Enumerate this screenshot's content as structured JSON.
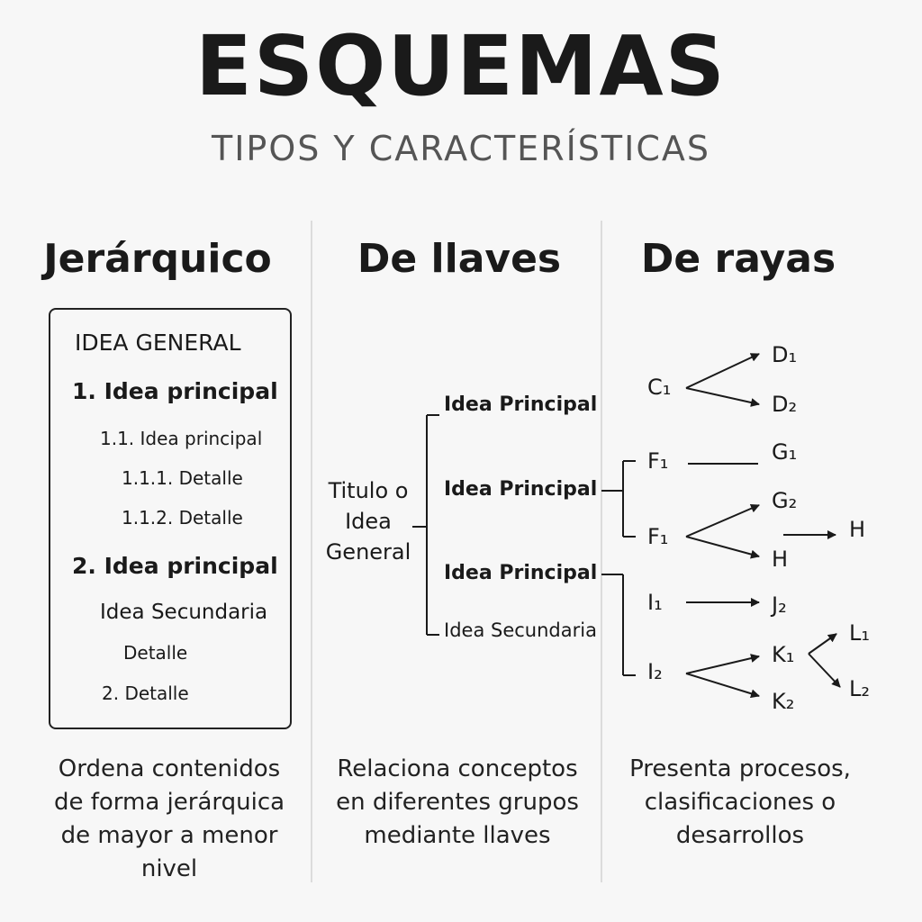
{
  "header": {
    "title": "ESQUEMAS",
    "subtitle": "TIPOS Y CARACTERÍSTICAS"
  },
  "columns": {
    "jerarquico": {
      "heading": "Jerárquico",
      "items": [
        "IDEA GENERAL",
        "1. Idea principal",
        "1.1. Idea principal",
        "1.1.1. Detalle",
        "1.1.2. Detalle",
        "2. Idea principal",
        "Idea Secundaria",
        "Detalle",
        "2. Detalle"
      ],
      "description": [
        "Ordena contenidos",
        "de forma jerárquica",
        "de mayor a menor",
        "nivel"
      ]
    },
    "llaves": {
      "heading": "De llaves",
      "root": [
        "Titulo o",
        "Idea",
        "General"
      ],
      "branches": [
        "Idea Principal",
        "Idea Principal",
        "Idea Principal",
        "Idea Secundaria"
      ],
      "description": [
        "Relaciona conceptos",
        "en diferentes grupos",
        "mediante llaves"
      ]
    },
    "rayas": {
      "heading": "De rayas",
      "nodes": {
        "c1": "C₁",
        "d1": "D₁",
        "d2": "D₂",
        "f1a": "F₁",
        "g1": "G₁",
        "f1b": "F₁",
        "g2": "G₂",
        "h1": "H",
        "h2": "H",
        "i1": "I₁",
        "j2": "J₂",
        "i2": "I₂",
        "k1": "K₁",
        "k2": "K₂",
        "l1": "L₁",
        "l2": "L₂"
      },
      "description": [
        "Presenta procesos,",
        "clasificaciones o",
        "desarrollos"
      ]
    }
  }
}
